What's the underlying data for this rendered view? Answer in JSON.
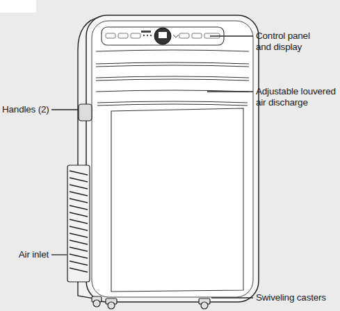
{
  "diagram": {
    "labels": [
      "Control panel and display",
      "Adjustable louvered air discharge",
      "Handles (2)",
      "Air inlet",
      "Swiveling casters"
    ]
  }
}
